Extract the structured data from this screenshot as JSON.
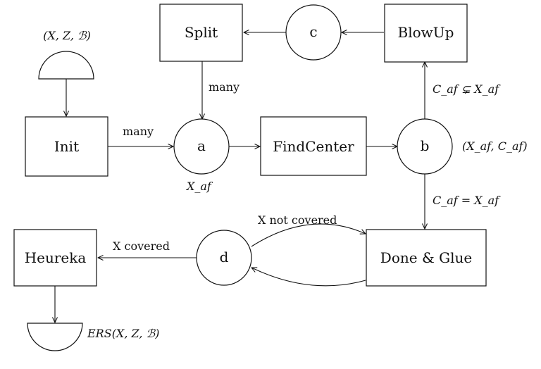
{
  "boxes": {
    "init": "Init",
    "split": "Split",
    "blowup": "BlowUp",
    "findcenter": "FindCenter",
    "done_glue": "Done & Glue",
    "heureka": "Heureka"
  },
  "circles": {
    "a": "a",
    "b": "b",
    "c": "c",
    "d": "d"
  },
  "terminals": {
    "start": "(X, Z, ℬ)",
    "end": "ERS(X, Z, ℬ)"
  },
  "node_annotations": {
    "a_below": "X_af",
    "b_right": "(X_af, C_af)"
  },
  "edge_labels": {
    "init_to_a": "many",
    "split_to_a": "many",
    "b_to_blowup": "C_af ⊊ X_af",
    "b_to_done": "C_af = X_af",
    "d_to_done": "X not covered",
    "d_to_heureka": "X covered"
  }
}
